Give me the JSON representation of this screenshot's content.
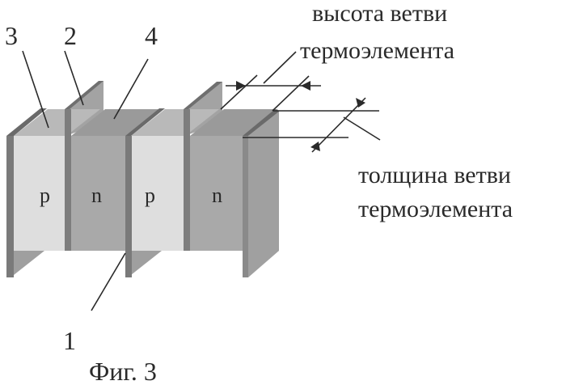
{
  "figure": {
    "caption": "Фиг. 3",
    "labels": {
      "ref_1": "1",
      "ref_2": "2",
      "ref_3": "3",
      "ref_4": "4"
    },
    "blocks": [
      "p",
      "n",
      "p",
      "n"
    ],
    "annotations": {
      "height_line1": "высота ветви",
      "height_line2": "термоэлемента",
      "thickness_line1": "толщина ветви",
      "thickness_line2": "термоэлемента"
    },
    "colors": {
      "p_front": "#dedede",
      "n_front": "#a9a9a9",
      "plate": "#8f8f8f",
      "top_face": "#9c9c9c"
    }
  }
}
